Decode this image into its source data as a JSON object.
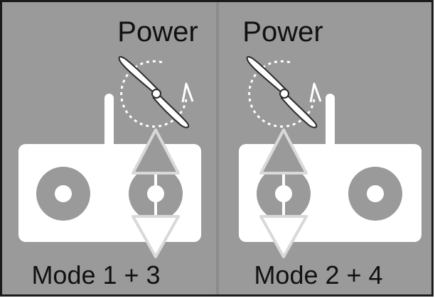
{
  "panels": [
    {
      "power_label": "Power",
      "mode_label": "Mode 1 + 3",
      "active_stick": "right"
    },
    {
      "power_label": "Power",
      "mode_label": "Mode 2 + 4",
      "active_stick": "left"
    }
  ],
  "colors": {
    "background": "#9a9a9a",
    "frame_border": "#1a1a1a",
    "transmitter": "#ffffff",
    "stick": "#9a9a9a",
    "arrow_fill": "#9a9a9a",
    "arrow_outline": "#d9d9d9",
    "text": "#111111"
  },
  "icons": {
    "propeller": "propeller-icon",
    "rotation": "rotation-arrow-icon",
    "antenna": "antenna-icon",
    "stick": "control-stick-icon",
    "throttle_up": "arrow-up-icon",
    "throttle_down": "arrow-down-icon"
  }
}
